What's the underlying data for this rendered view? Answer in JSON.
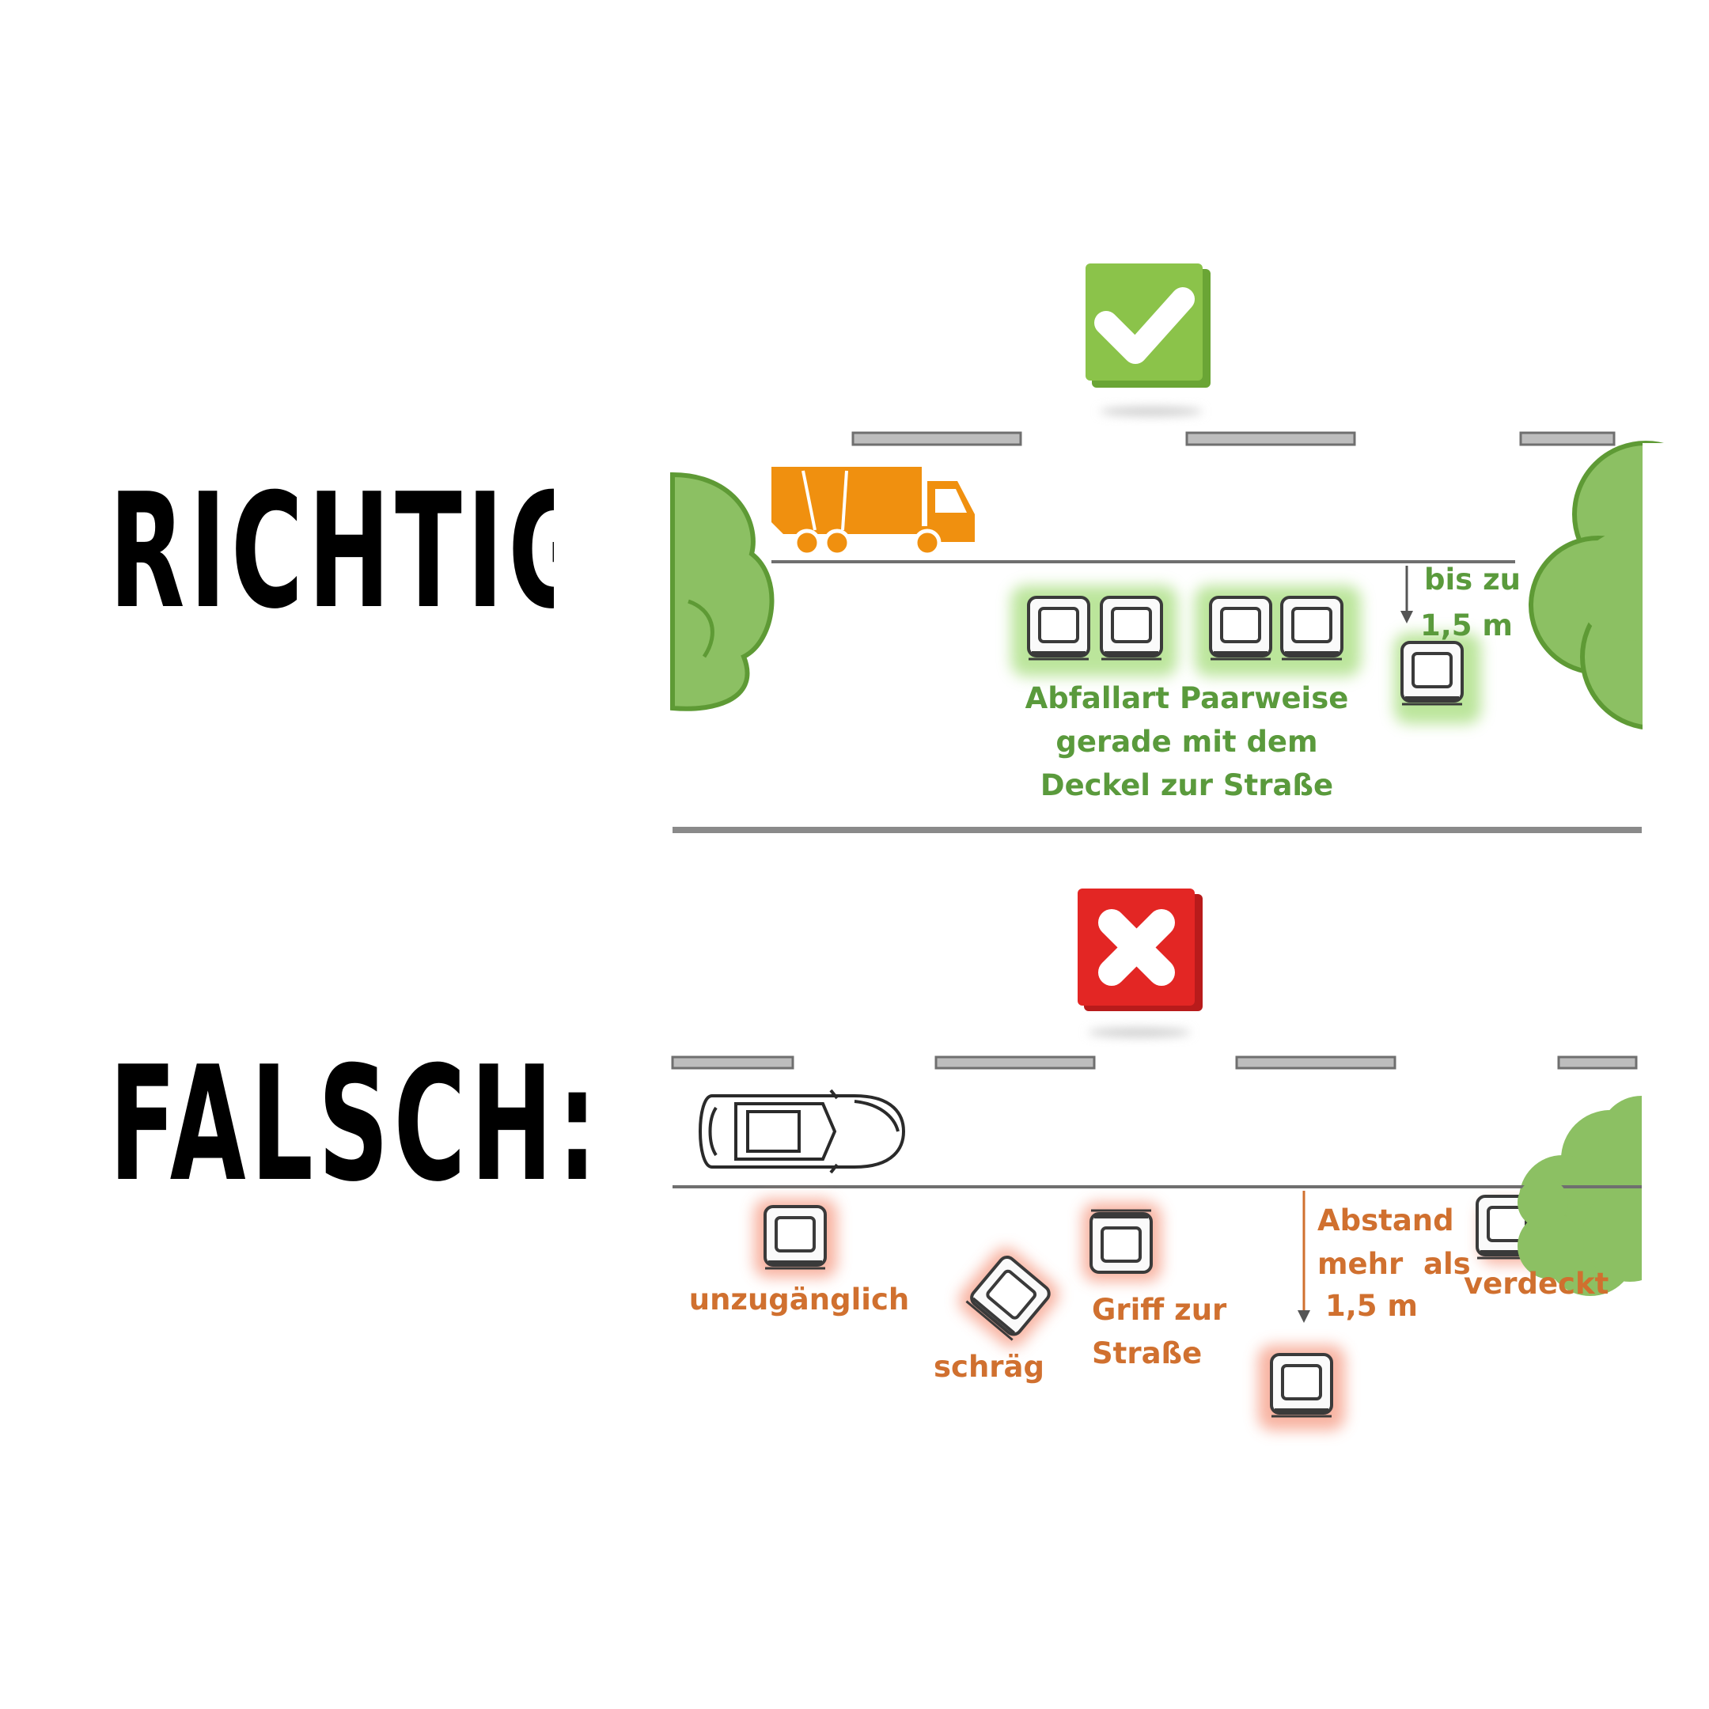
{
  "labels": {
    "correct": "RICHTIG:",
    "wrong": "FALSCH:"
  },
  "correct_section": {
    "caption_lines": [
      "Abfallart Paarweise",
      "gerade mit dem",
      "Deckel zur Straße"
    ],
    "distance_lines": [
      "bis zu",
      "1,5 m"
    ]
  },
  "wrong_section": {
    "inaccessible": "unzugänglich",
    "tilted": "schräg",
    "handle_lines": [
      "Griff zur",
      "Straße"
    ],
    "distance_lines": [
      "Abstand",
      "mehr  als",
      "1,5 m"
    ],
    "covered": "verdeckt"
  },
  "colors": {
    "check": "#8bc34a",
    "cross": "#e32624",
    "truck": "#f0900f",
    "tree": "#8cc063",
    "green_text": "#5a9a3c",
    "orange_text": "#d0702f",
    "road": "#8a8a8a"
  },
  "icons": [
    "check-icon",
    "cross-icon",
    "garbage-truck-icon",
    "car-icon",
    "tree-icon",
    "waste-bin-icon",
    "arrow-down-icon"
  ]
}
